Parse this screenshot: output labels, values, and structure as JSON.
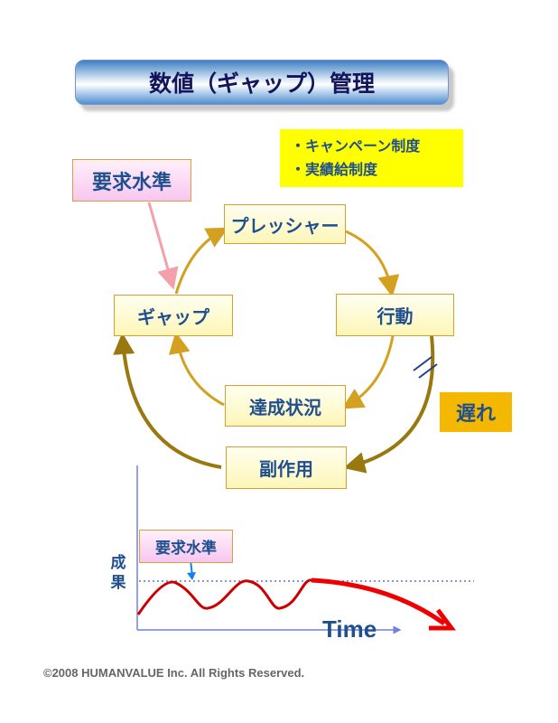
{
  "title": "数値（ギャップ）管理",
  "note": {
    "items": [
      "・キャンペーン制度",
      "・実績給制度"
    ]
  },
  "boxes": {
    "requirement": "要求水準",
    "pressure": "プレッシャー",
    "gap": "ギャップ",
    "action": "行動",
    "achievement": "達成状況",
    "side_effect": "副作用",
    "delay": "遅れ"
  },
  "chart": {
    "requirement_label": "要求水準",
    "y_label": "成果",
    "x_label": "Time"
  },
  "copyright": "©2008 HUMANVALUE Inc. All Rights Reserved.",
  "colors": {
    "inner_arrow": "#d4a020",
    "outer_arrow": "#9a7810",
    "pink_arrow": "#f4a0a8",
    "curve": "#cc0000",
    "axis": "#7080e0"
  }
}
